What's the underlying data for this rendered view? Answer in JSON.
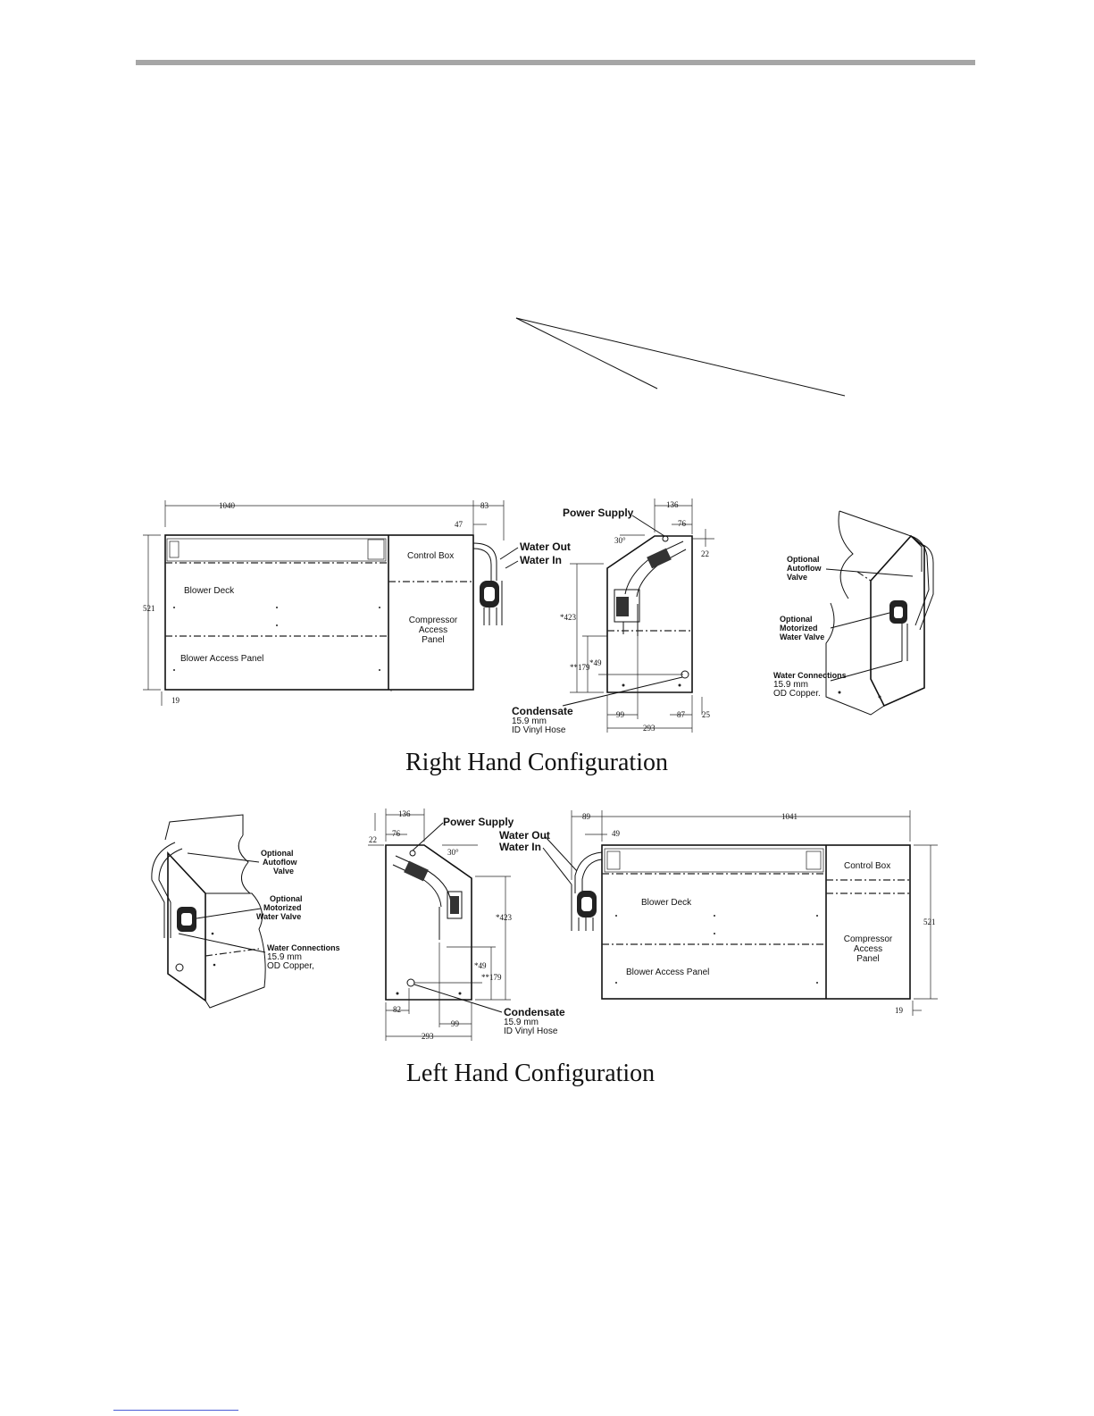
{
  "right_hand": {
    "caption": "Right Hand Configuration",
    "front": {
      "labels": {
        "control_box": "Control Box",
        "blower_deck": "Blower Deck",
        "blower_access_panel": "Blower Access Panel",
        "compressor_line1": "Compressor",
        "compressor_line2": "Access",
        "compressor_line3": "Panel",
        "water_out": "Water Out",
        "water_in": "Water In"
      },
      "dims": {
        "width": "1040",
        "right": "83",
        "pipe": "47",
        "height": "521",
        "foot": "19"
      }
    },
    "side": {
      "labels": {
        "power_supply": "Power Supply",
        "condensate": "Condensate",
        "cond_line2": "15.9 mm",
        "cond_line3": "ID Vinyl Hose"
      },
      "dims": {
        "top": "136",
        "top2": "76",
        "angle": "30°",
        "d22": "22",
        "d423": "*423",
        "d49": "*49",
        "d179": "**179",
        "d99": "99",
        "d87": "87",
        "d25": "25",
        "d293": "293"
      }
    },
    "iso": {
      "labels": {
        "autoflow1": "Optional",
        "autoflow2": "Autoflow",
        "autoflow3": "Valve",
        "motor1": "Optional",
        "motor2": "Motorized",
        "motor3": "Water Valve",
        "wc1": "Water Connections",
        "wc2": "15.9 mm",
        "wc3": "OD Copper."
      }
    }
  },
  "left_hand": {
    "caption": "Left Hand Configuration",
    "iso": {
      "labels": {
        "autoflow1": "Optional",
        "autoflow2": "Autoflow",
        "autoflow3": "Valve",
        "motor1": "Optional",
        "motor2": "Motorized",
        "motor3": "Water Valve",
        "wc1": "Water Connections",
        "wc2": "15.9 mm",
        "wc3": "OD Copper,"
      }
    },
    "side": {
      "labels": {
        "power_supply": "Power Supply",
        "condensate": "Condensate",
        "cond_line2": "15.9 mm",
        "cond_line3": "ID Vinyl Hose"
      },
      "dims": {
        "top": "136",
        "top2": "76",
        "d22": "22",
        "angle": "30°",
        "d423": "*423",
        "d49": "*49",
        "d179": "**179",
        "d82": "82",
        "d99": "99",
        "d293": "293"
      }
    },
    "front": {
      "labels": {
        "water_out": "Water Out",
        "water_in": "Water In",
        "control_box": "Control Box",
        "blower_deck": "Blower Deck",
        "blower_access_panel": "Blower Access Panel",
        "compressor_line1": "Compressor",
        "compressor_line2": "Access",
        "compressor_line3": "Panel"
      },
      "dims": {
        "d89": "89",
        "width": "1041",
        "d49": "49",
        "height": "521",
        "foot": "19"
      }
    }
  }
}
